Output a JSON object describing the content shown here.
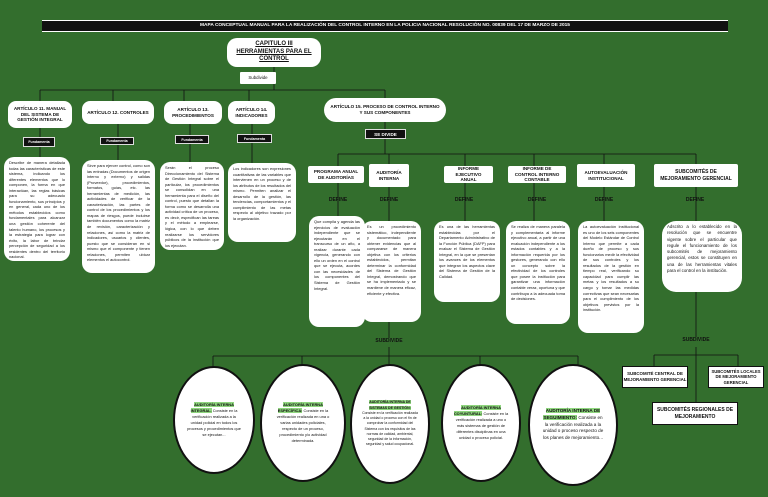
{
  "header": {
    "title": "MAPA CONCEPTUAL  MANUAL PARA LA REALIZACIÓN DEL CONTROL INTERNO EN LA POLICIA NACIONAL  RESOLUCIÓN NO. 00839  DEL 17  DE MARZO DE 2015"
  },
  "root": {
    "line1": "CAPITULO III",
    "line2": "HERRAMIENTAS PARA EL CONTROL",
    "badge": "Subdivide"
  },
  "articles": [
    {
      "label": "ARTÍCULO 11. MANUAL DEL SISTEMA DE GESTIÓN INTEGRAL",
      "badge": "Fundamenta",
      "text": "Describe de manera detallada todas las características de este sistema, indicando los diferentes elementos que lo componen, la forma en que interactúan, las reglas básicas para su adecuado funcionamiento, sus principios y en general, cada uno de los métodos establecidos como fundamentales para alcanzar una gestión coherente del talento humano, los procesos y la estrategia para lograr con éxito, la labor de brindar percepción de seguridad a los residentes dentro del territorio nacional."
    },
    {
      "label": "ARTÍCULO 12. CONTROLES",
      "badge": "Fundamenta",
      "text": "Sirve para ejercer control, como son las entradas (Documentos de origen interno y externo) y salidas (Proveedor), procedimientos, formatos, guías, etc. las herramientas de medición, las actividades de verificar de la caracterización, las partes de control de los procedimientos y los mapas de riesgos, puede incluirse también documentos como la matriz de revisión, caracterización y relaciones, así como la matriz de indicadores, usuarios y clientes, puesto que se consideran en si mismo que el componente y tienen relaciones, permiten ubicar elementos el autocontrol."
    },
    {
      "label": "ARTÍCULO 13. PROCEDIMIENTOS",
      "badge": "Fundamenta",
      "text": "Serán el proceso Direccionamiento del Sistema de Gestión Integral sobre el particular, los procedimientos se consolidan en una herramienta para el diseño del control, puesto que detallan la forma como se desarrolla una actividad crítica de un proceso, es decir, especifican las tareas y el método a emplearse, lógica, con lo que deben realizarse los servidores públicos de la institución que los ejecutan."
    },
    {
      "label": "ARTÍCULO 14. INDICADORES",
      "badge": "Fundamenta",
      "text": "Los indicadores son expresiones cuantitativas de las variables que intervienen en un proceso y de los atributos de los resultados del mismo. Permiten analizar el desarrollo de la gestión, las tendencias, comportamientos y el cumplimiento de las metas respecto al objetivo trazado por la organización."
    }
  ],
  "art15": {
    "label": "ARTÍCULO 15. PROCESO DE CONTROL INTERNO Y SUS COMPONENTES",
    "badge": "SE DIVIDE"
  },
  "components": [
    {
      "label": "PROGRAMA ANUAL DE AUDITORÍAS",
      "define": "DEFINE",
      "text": "Que compila y agenda las ejercicios de evaluación independiente que se ejecutarán en el transcurso de un año, a realizar durante cada vigencia, generando con ello un orden en el control que se ejecuta, acordes con las necesidades de los componentes del Sistema de Gestión Integral."
    },
    {
      "label": "AUDITORÍA INTERNA",
      "define": "DEFINE",
      "text": "Es un procedimiento sistemático, independiente y documentado para obtener evidencias que al compararse de manera objetiva con los criterios establecidos, permitan determinar la conformidad del Sistema de Gestión Integral, demostrando que se ha implementado y se mantiene de manera eficaz, eficiente y efectiva."
    },
    {
      "label": "INFORME EJECUTIVO ANUAL",
      "define": "DEFINE",
      "text": "Es una de las herramientas establecidas por el Departamento Administrativo de la Función Pública (DAFP) para evaluar el Sistema de Gestión Integral, en la que se presentan los avances de los elementos que integran los aspectos clave del Sistema de Gestión de la Calidad."
    },
    {
      "label": "INFORME DE CONTROL INTERNO CONTABLE",
      "define": "DEFINE",
      "text": "Se realiza de manera paralela y complementaria al informe ejecutivo anual, a partir de una evaluación independiente a los estados contables y a la información requerida por los gestores, generando con ello un concepto sobre la efectividad de los controles que posee la institución para garantizar una información contable veraz, oportuna y que contribuya a la adecuada toma de decisiones."
    },
    {
      "label": "AUTOEVALUACIÓN INSTITUCIONAL",
      "define": "DEFINE",
      "text": "La autoevaluación institucional es uno de los seis componentes del Modelo Estándar de Control Interno que permite a cada dueño de proceso y sus funcionarios medir la efectividad de sus controles y los resultados de la gestión en tiempo real, verificando su capacidad para cumplir las metas y los resultados a su cargo y tomar las medidas correctivas que sean necesarias para el cumplimiento de los objetivos previstos por la institución."
    },
    {
      "label": "SUBCOMITÉS DE MEJORAMIENTO GERENCIAL",
      "define": "DEFINE",
      "text": "Adscrito a lo establecido en la resolución que se encuentre vigente sobre el particular que regule el funcionamiento de los subcomités de mejoramiento gerencial, estos se constituyen en una de las herramientas vitales para el control en la institución."
    }
  ],
  "subdivide_labels": [
    "SUBDIVIDE",
    "SUBDIVIDE"
  ],
  "audits": [
    {
      "title": "AUDITORÍA INTERNA INTEGRAL.",
      "text": "Consiste en la verificación realizada a la unidad policial en todos los procesos y procedimientos que se ejecutan..."
    },
    {
      "title": "AUDITORÍA INTERNA ESPECÍFICA:",
      "text": "Consiste en la verificación realizada en una o varias unidades policiales, respecto de un proceso, procedimiento y/o actividad determinada."
    },
    {
      "title": "AUDITORÍA INTERNA DE SISTEMAS DE GESTIÓN:",
      "text": "Consiste en la verificación realizada a la unidad o proceso con el fin de comprobar la conformidad del Sistema con los requisitos de las normas de calidad, ambiental, seguridad de la información, seguridad y salud ocupacional."
    },
    {
      "title": "AUDITORÍA INTERNA COYUNTURAL:",
      "text": "Consiste en la verificación realizada a uno o más sistemas de gestión de diferentes disciplinas en una unidad o proceso policial."
    },
    {
      "title": "AUDITORÍA INTERNA DE SEGUIMIENTO:",
      "text": "Consiste en la verificación realizada a la unidad o proceso respecto de los planes de mejoramiento..."
    }
  ],
  "subcommittees": {
    "central": "SUBCOMITÉ CENTRAL DE MEJORAMIENTO GERENCIAL",
    "local": "SUBCOMITÉS LOCALES DE MEJORAMIENTO GERENCIAL",
    "regional": "SUBCOMITÉS REGIONALES DE MEJORAMIENTO"
  }
}
